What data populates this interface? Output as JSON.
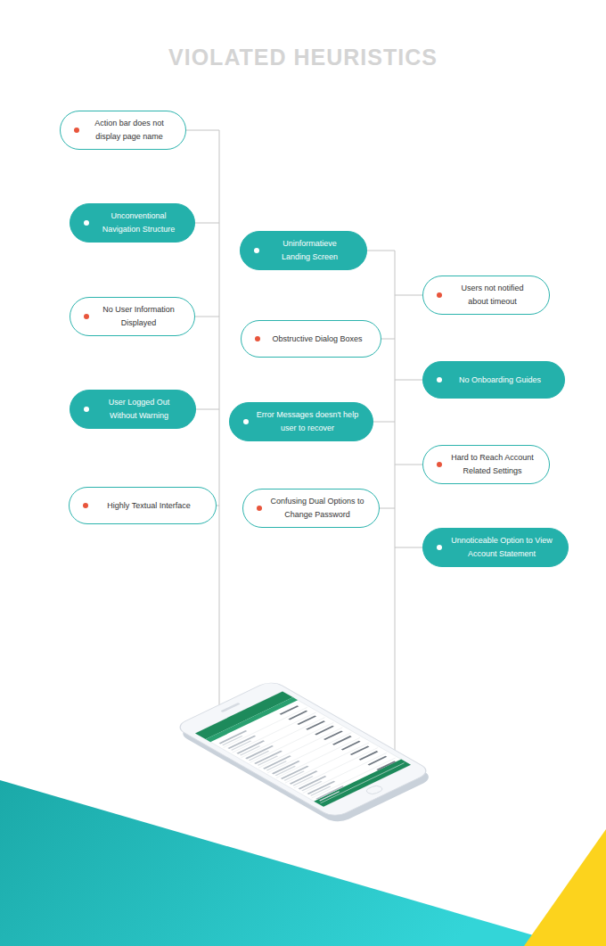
{
  "diagram": {
    "title": "VIOLATED HEURISTICS",
    "nodes": [
      {
        "text": [
          "Action bar does not display page name"
        ]
      },
      {
        "text": [
          "Unconventional Navigation Structure"
        ]
      },
      {
        "text": [
          "No User Information Displayed"
        ]
      },
      {
        "text": [
          "User Logged Out Without Warning"
        ]
      },
      {
        "text": [
          "Highly Textual Interface"
        ]
      },
      {
        "text": [
          "Uninformatieve Landing Screen"
        ]
      },
      {
        "text": [
          "Obstructive Dialog Boxes"
        ]
      },
      {
        "text": [
          "Error Messages doesn't help user to recover"
        ]
      },
      {
        "text": [
          "Confusing Dual Options to Change Password"
        ]
      },
      {
        "text": [
          "Users not notified about timeout"
        ]
      },
      {
        "text": [
          "No Onboarding Guides"
        ]
      },
      {
        "text": [
          "Hard to Reach Account Related Settings"
        ]
      },
      {
        "text": [
          "Unnoticeable Option to View Account Statement"
        ]
      }
    ]
  }
}
